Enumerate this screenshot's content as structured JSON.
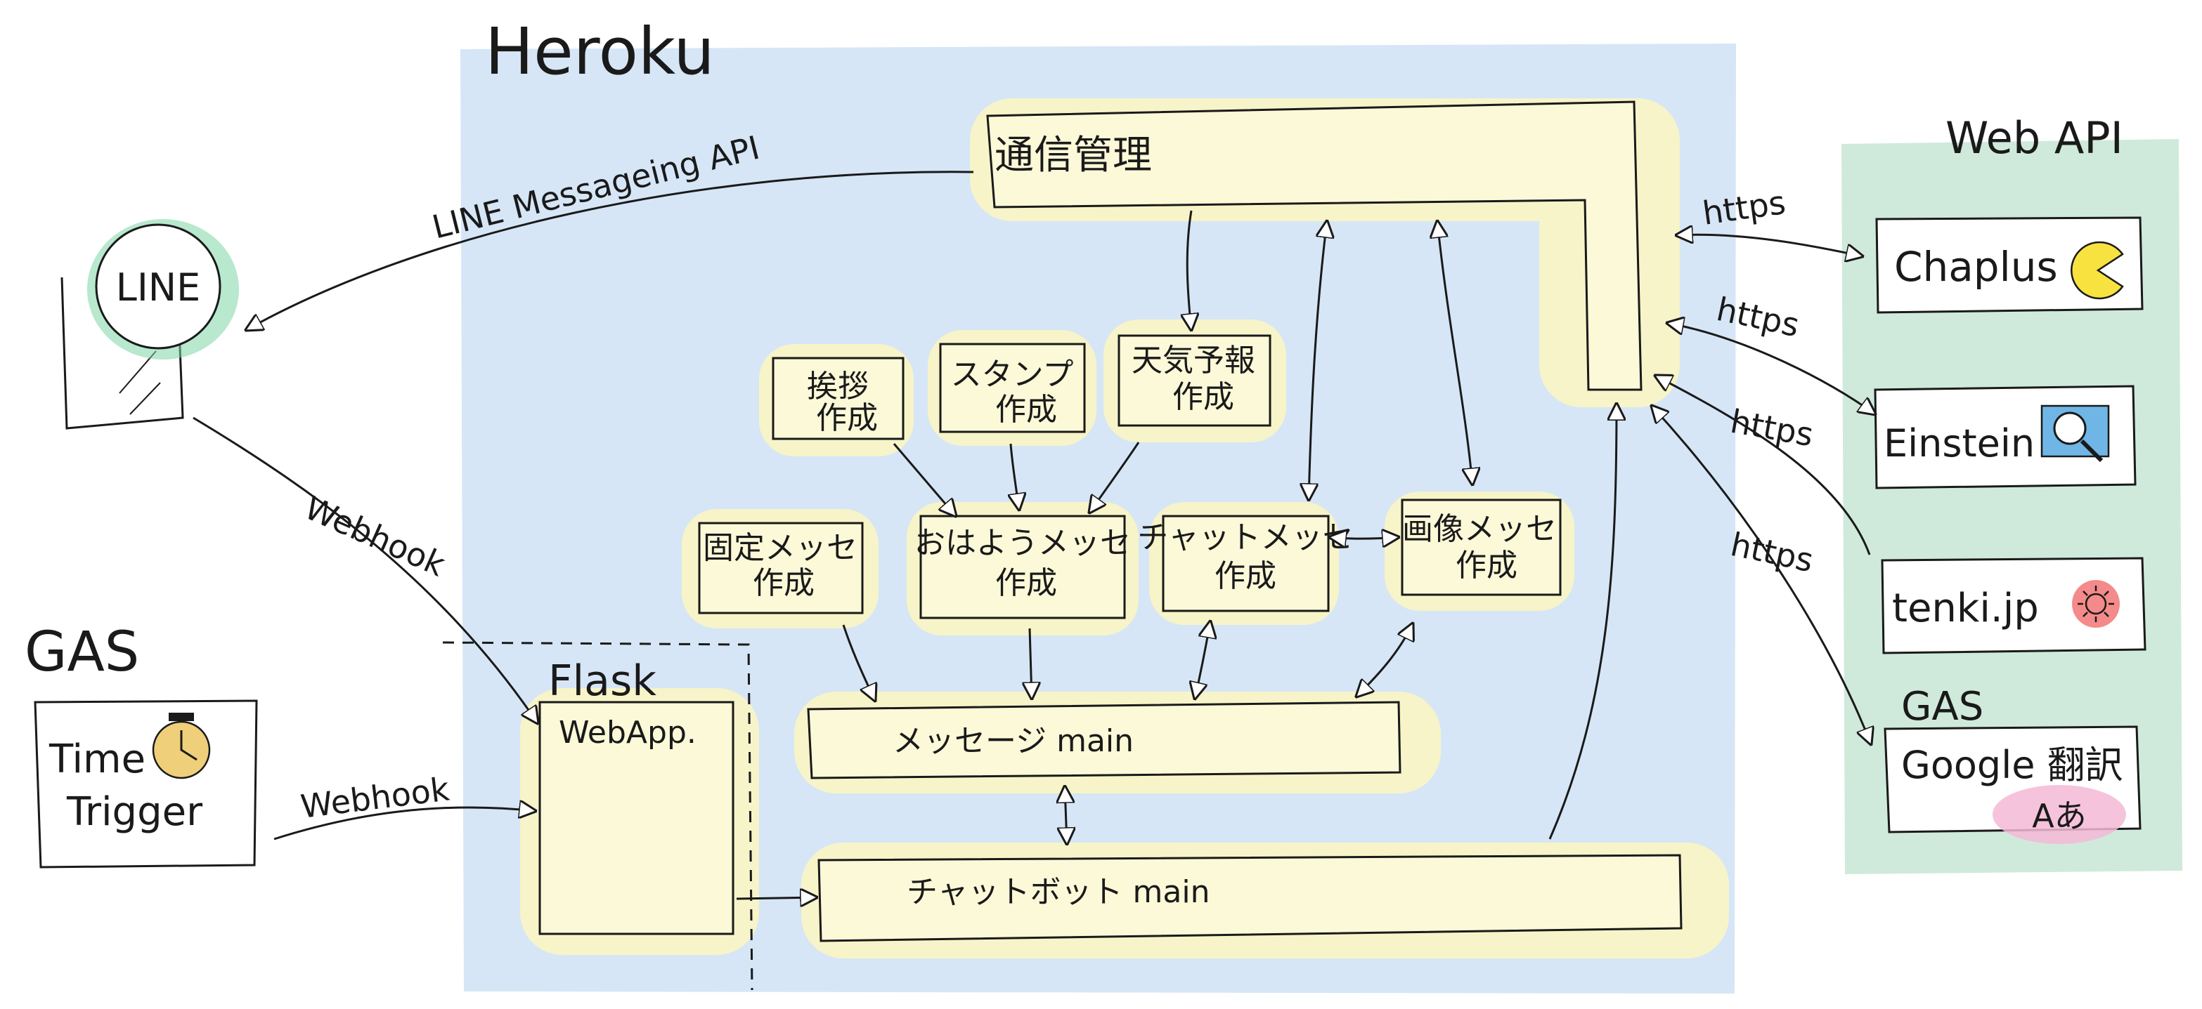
{
  "regions": {
    "heroku": "Heroku",
    "web_api": "Web API",
    "gas_left": "GAS",
    "flask": "Flask",
    "gas_right": "GAS"
  },
  "nodes": {
    "line": "LINE",
    "tsushin": "通信管理",
    "aisatsu_1": "挨拶",
    "aisatsu_2": "作成",
    "stamp_1": "スタンプ",
    "stamp_2": "作成",
    "tenki_1": "天気予報",
    "tenki_2": "作成",
    "kotei_1": "固定メッセ",
    "kotei_2": "作成",
    "ohayo_1": "おはようメッセ",
    "ohayo_2": "作成",
    "chat_1": "チャットメッセ",
    "chat_2": "作成",
    "gazo_1": "画像メッセ",
    "gazo_2": "作成",
    "message_main": "メッセージ main",
    "chatbot_main": "チャットボット main",
    "webapp": "WebApp.",
    "time_1": "Time",
    "time_2": "Trigger",
    "chaplus": "Chaplus",
    "einstein": "Einstein",
    "tenkijp": "tenki.jp",
    "google": "Google 翻訳",
    "translate_badge": "Aあ"
  },
  "edges": {
    "line_api": "LINE Messageing API",
    "webhook_line": "Webhook",
    "webhook_gas": "Webhook",
    "https_1": "https",
    "https_2": "https",
    "https_3": "https",
    "https_4": "https"
  },
  "colors": {
    "heroku_bg": "#d6e6f6",
    "box_fill": "#fbf9d8",
    "halo": "#f7f4c9",
    "green_bg": "#cfeadb",
    "line_green": "#7dd6a6",
    "clock": "#f0cf7a",
    "pacman": "#f7e23f",
    "search": "#6fb6e6",
    "sun": "#f27575",
    "pink": "#f5b8d6"
  },
  "icons": [
    "smartphone-icon",
    "clock-icon",
    "pacman-icon",
    "magnifier-icon",
    "sun-icon"
  ]
}
